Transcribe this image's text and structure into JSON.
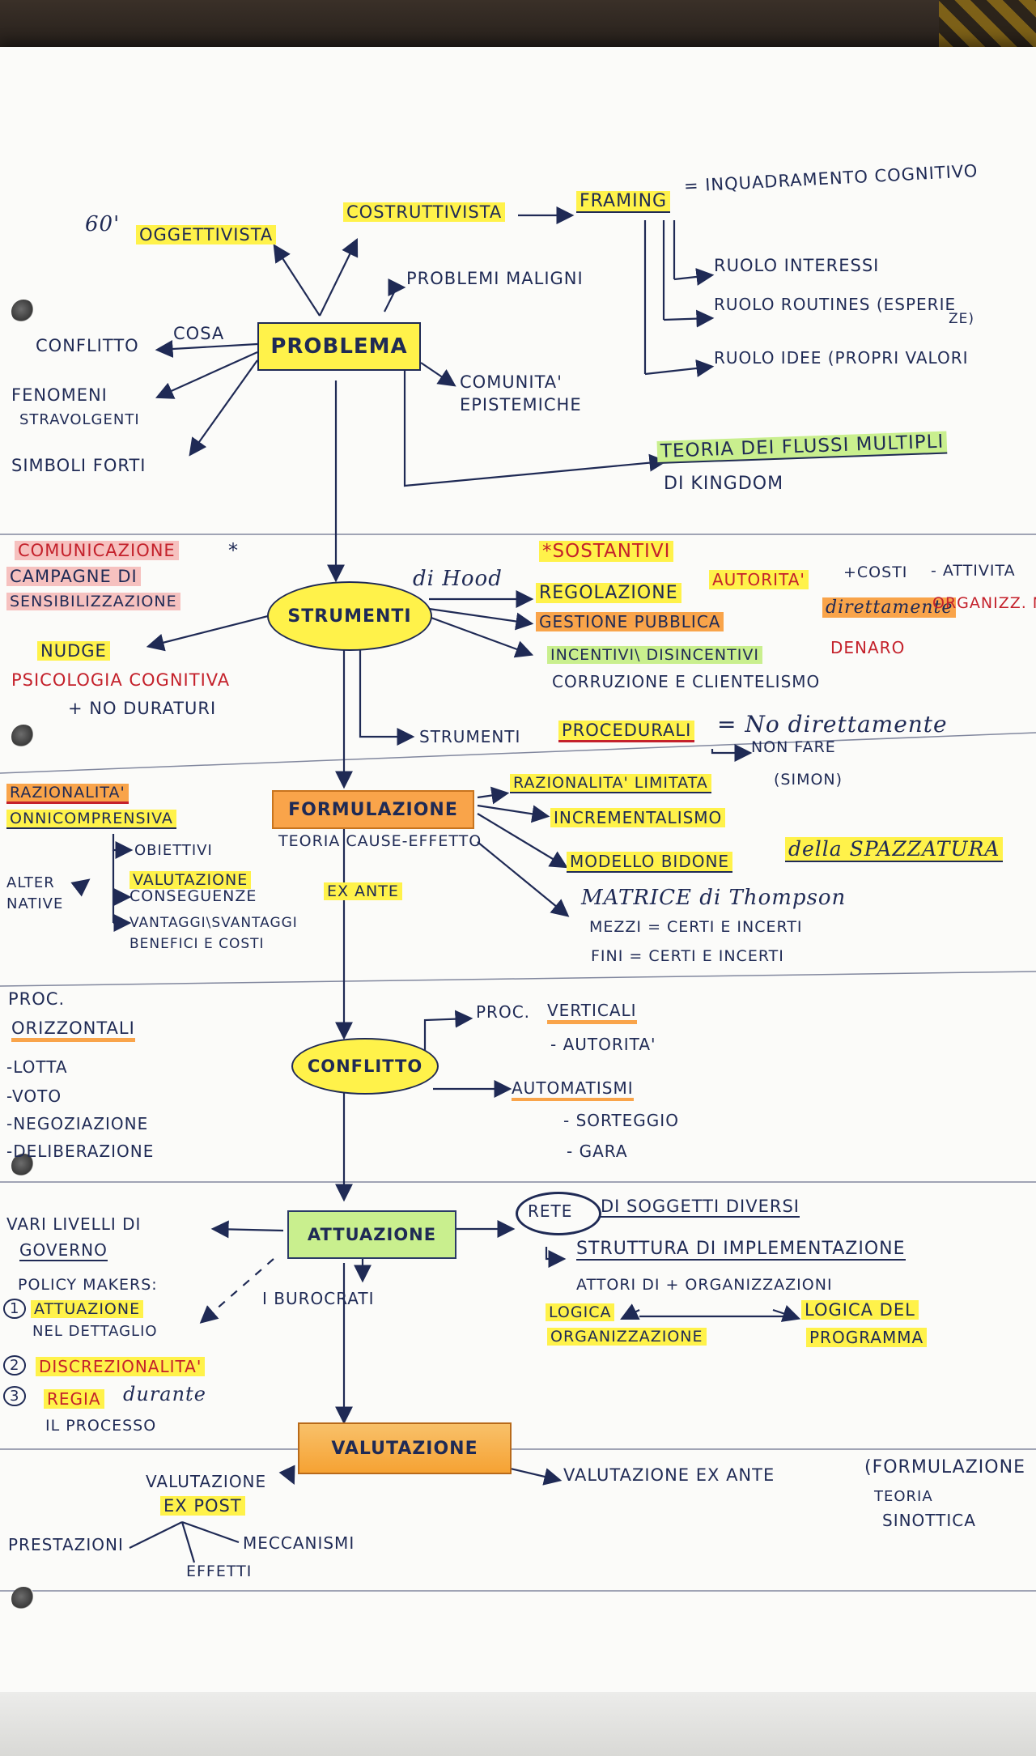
{
  "top": {
    "sixties": "60'",
    "oggettivista": "OGGETTIVISTA",
    "costruttivista": "COSTRUTTIVISTA",
    "framing": "FRAMING",
    "framing_def": "= INQUADRAMENTO COGNITIVO",
    "ruolo_interessi": "RUOLO INTERESSI",
    "ruolo_routines": "RUOLO ROUTINES (ESPERIE",
    "ruolo_routines_2": "ZE)",
    "ruolo_idee": "RUOLO IDEE (PROPRI VALORI",
    "problemi_maligni": "PROBLEMI MALIGNI",
    "problema": "PROBLEMA",
    "conflitto_cosa": "CONFLITTO",
    "cosa": "COSA",
    "fenomeni": "FENOMENI",
    "stravolgenti": "STRAVOLGENTI",
    "simboli": "SIMBOLI FORTI",
    "comunita": "COMUNITA'",
    "epistemiche": "EPISTEMICHE",
    "teoria_flussi": "TEORIA dei FLUSSI MULTIPLI",
    "kingdom": "di KINGDOM"
  },
  "strumenti": {
    "node": "STRUMENTI",
    "comunicazione": "COMUNICAZIONE",
    "star": "*",
    "campagne": "CAMPAGNE di",
    "sensibilizzazione": "SENSIBILIZZAZIONE",
    "nudge": "NUDGE",
    "psicologia": "PSICOLOGIA COGNITIVA",
    "no_duraturi": "+ NO DURATURI",
    "di_hood": "di Hood",
    "sostantivi": "*SOSTANTIVI",
    "regolazione": "REGOLAZIONE",
    "autorita": "AUTORITA'",
    "costi": "+COSTI",
    "attivita": "- ATTIVITA",
    "gestione": "GESTIONE PUBBLICA",
    "direttamente": "direttamente",
    "organizzazione": "ORGANIZZ. NE",
    "incentivi": "INCENTIVI\\ DISINCENTIVI",
    "denaro": "DENARO",
    "corruzione": "CORRUZIONE e CLIENTELISMO",
    "strumenti_proc": "STRUMENTI",
    "procedurali": "PROCEDURALI",
    "no_diretto": "= No direttamente",
    "non_fare": "NON FARE"
  },
  "formulazione": {
    "node": "FORMULAZIONE",
    "teoria_cause": "TEORIA CAUSE-EFFETTO",
    "razionalita": "RAZIONALITA'",
    "onnicomprensiva": "ONNICOMPRENSIVA",
    "obiettivi": "OBIETTIVI",
    "alter": "ALTER",
    "native": "NATIVE",
    "valutazione": "VALUTAZIONE",
    "conseguenze": "CONSEGUENZE",
    "ex_ante": "EX ANTE",
    "vantaggi": "VANTAGGI\\SVANTAGGI",
    "benefici": "BENEFICI e COSTI",
    "limitata": "RAZIONALITA' LIMITATA",
    "simon": "(SIMON)",
    "incrementalismo": "INCREMENTALISMO",
    "bidone": "MODELLO BIDONE",
    "spazzatura": "della SPAZZATURA",
    "matrice": "MATRICE di Thompson",
    "mezzi": "MEZZI = CERTI e INCERTI",
    "fini": "FINI = CERTI e INCERTI"
  },
  "conflitto": {
    "node": "CONFLITTO",
    "proc": "PROC.",
    "orizzontali": "ORIZZONTALI",
    "lotta": "-LOTTA",
    "voto": "-VOTO",
    "negoziazione": "-NEGOZIAZIONE",
    "deliberazione": "-DELIBERAZIONE",
    "proc_v": "PROC.",
    "verticali": "VERTICALI",
    "autorita": "- AUTORITA'",
    "automatismi": "AUTOMATISMI",
    "sorteggio": "- SORTEGGIO",
    "gara": "- GARA"
  },
  "attuazione": {
    "node": "ATTUAZIONE",
    "vari_livelli": "VARI LIVELLI di",
    "governo": "GOVERNO",
    "policy": "POLICY MAKERS:",
    "n1": "1",
    "att_dettaglio": "ATTUAZIONE",
    "nel_dettaglio": "nel DETTAGLIO",
    "n2": "2",
    "discrezionalita": "DISCREZIONALITA'",
    "n3": "3",
    "regia": "REGIA",
    "durante": "durante",
    "il_processo": "IL PROCESSO",
    "burocrati": "I BUROCRATI",
    "rete": "RETE",
    "soggetti": "di SOGGETTI DIVERSI",
    "struttura": "STRUTTURA di IMPLEMENTAZIONE",
    "attori": "ATTORI di + ORGANIZZAZIONI",
    "logica": "LOGICA",
    "organizzazione": "ORGANIZZAZIONE",
    "logica_del": "LOGICA del",
    "programma": "PROGRAMMA"
  },
  "valutazione": {
    "node": "VALUTAZIONE",
    "val_ex_post": "VALUTAZIONE",
    "ex_post": "EX POST",
    "prestazioni": "PRESTAZIONI",
    "meccanismi": "MECCANISMI",
    "effetti": "EFFETTI",
    "val_ex_ante": "VALUTAZIONE EX ANTE",
    "formulazione": "(FORMULAZIONE",
    "teoria": "TEORIA",
    "sinottica": "SINOTTICA"
  },
  "colors": {
    "ink": "#1f2a55",
    "red_ink": "#c4212b",
    "yellow": "#fff24a",
    "orange": "#f9a44a",
    "green": "#c9ef8e",
    "paper": "#fbfbf9"
  }
}
